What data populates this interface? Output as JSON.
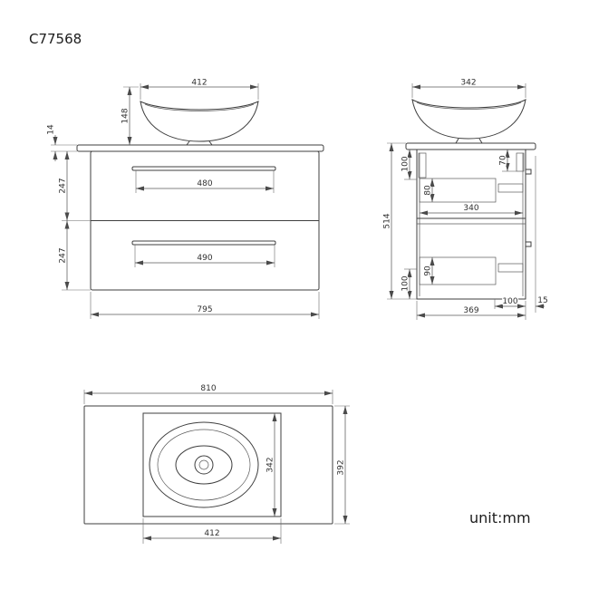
{
  "title": "C77568",
  "unit_label": "unit:mm",
  "views": {
    "front": {
      "basin_width": "412",
      "basin_height": "148",
      "countertop_thickness": "14",
      "upper_drawer_height": "247",
      "lower_drawer_height": "247",
      "upper_handle_width": "480",
      "lower_handle_width": "490",
      "cabinet_width": "795"
    },
    "side": {
      "basin_width": "342",
      "bracket_height": "70",
      "upper_left_height": "100",
      "upper_drawer_side": "80",
      "inner_depth": "340",
      "total_height": "514",
      "lower_drawer_side": "90",
      "lower_left_height": "100",
      "cabinet_depth": "369",
      "rail_offset": "100",
      "overhang": "15"
    },
    "top": {
      "countertop_width": "810",
      "cutout_depth": "342",
      "countertop_depth": "392",
      "cutout_width": "412"
    }
  }
}
